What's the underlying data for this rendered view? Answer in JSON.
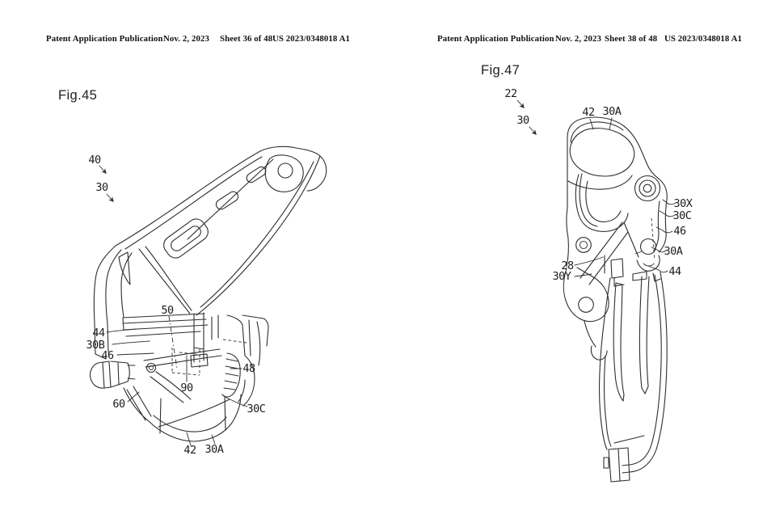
{
  "drawing": {
    "line_color": "#2e2e2e",
    "label_color": "#1c1c1c",
    "paper_color": "#ffffff"
  },
  "left_page": {
    "header": {
      "publication": "Patent Application Publication",
      "date": "Nov. 2, 2023",
      "sheet": "Sheet 36 of 48",
      "patent_number": "US 2023/0348018 A1"
    },
    "figure_label": "Fig.45",
    "reference_labels": [
      {
        "text": "40"
      },
      {
        "text": "30"
      },
      {
        "text": "50"
      },
      {
        "text": "44"
      },
      {
        "text": "30B"
      },
      {
        "text": "46"
      },
      {
        "text": "48"
      },
      {
        "text": "90"
      },
      {
        "text": "60"
      },
      {
        "text": "30C"
      },
      {
        "text": "42"
      },
      {
        "text": "30A"
      }
    ]
  },
  "right_page": {
    "header": {
      "publication": "Patent Application Publication",
      "date": "Nov. 2, 2023",
      "sheet": "Sheet 38 of 48",
      "patent_number": "US 2023/0348018 A1"
    },
    "figure_label": "Fig.47",
    "reference_labels": [
      {
        "text": "22"
      },
      {
        "text": "30"
      },
      {
        "text": "42"
      },
      {
        "text": "30A"
      },
      {
        "text": "30X"
      },
      {
        "text": "30C"
      },
      {
        "text": "46"
      },
      {
        "text": "30A"
      },
      {
        "text": "44"
      },
      {
        "text": "28"
      },
      {
        "text": "30Y"
      }
    ]
  }
}
